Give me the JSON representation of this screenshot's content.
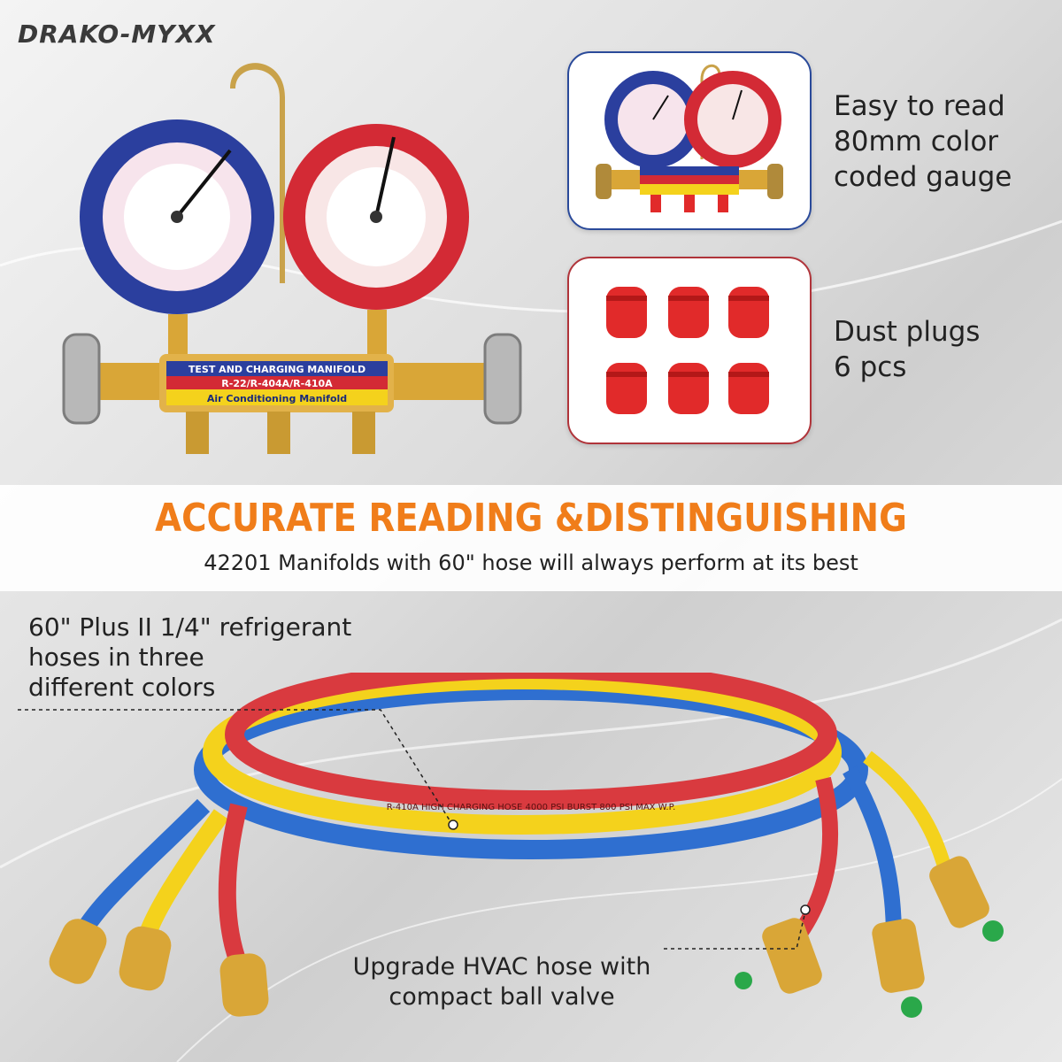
{
  "brand": "DRAKO-MYXX",
  "manifold": {
    "title": "TEST AND CHARGING MANIFOLD",
    "refrigerants": "R-22/R-404A/R-410A",
    "subtitle": "Air Conditioning Manifold"
  },
  "features": [
    {
      "lines": [
        "Easy to read",
        "80mm color",
        "coded gauge"
      ]
    },
    {
      "lines": [
        "Dust plugs",
        "6 pcs"
      ]
    }
  ],
  "headline": "ACCURATE READING &DISTINGUISHING",
  "subhead": "42201 Manifolds  with 60\" hose will always perform at its best",
  "hose_note": [
    "60\" Plus II 1/4\" refrigerant",
    "hoses in three",
    "different colors"
  ],
  "valve_note": [
    "Upgrade HVAC hose with",
    "compact ball valve"
  ],
  "hose_print": "R-410A HIGH CHARGING HOSE 4000 PSI BURST 800 PSI MAX W.P.",
  "colors": {
    "accent_orange": "#f07d1a",
    "low_side_blue": "#2b3f9e",
    "high_side_red": "#d32a35",
    "hose_yellow": "#f4d21c",
    "brass": "#d9a637",
    "plug_red": "#e12a2a"
  },
  "icons": [
    "manifold-gauge-set-icon",
    "dust-plug-icon",
    "refrigerant-hose-icon"
  ]
}
